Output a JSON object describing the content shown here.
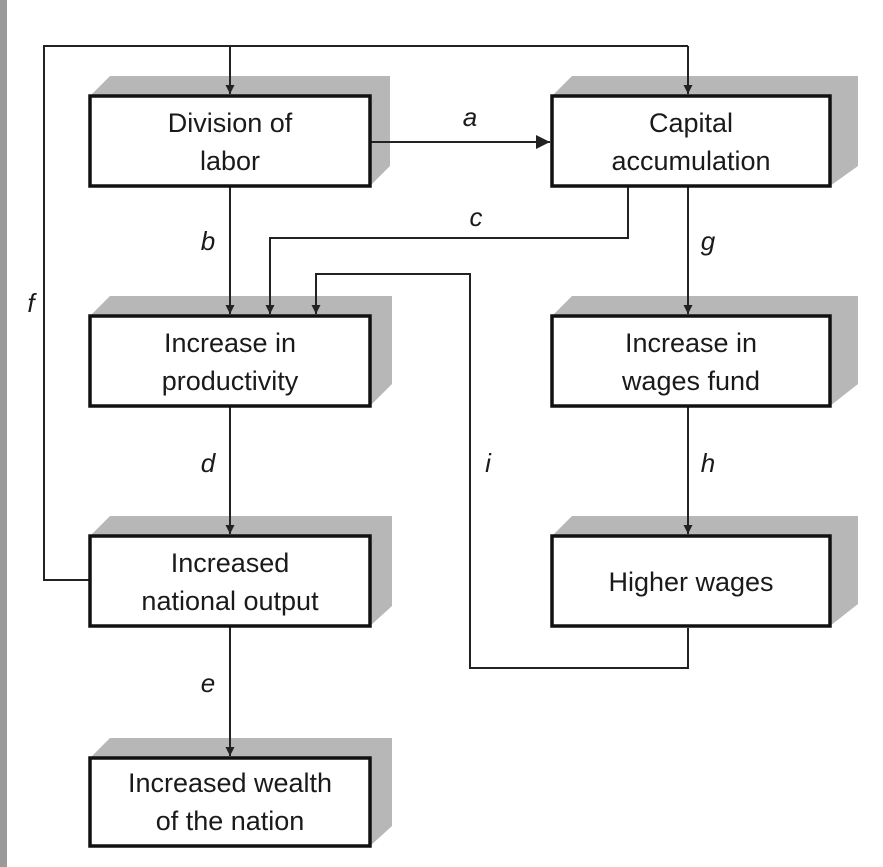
{
  "nodes": {
    "division": {
      "lines": [
        "Division of",
        "labor"
      ]
    },
    "capital": {
      "lines": [
        "Capital",
        "accumulation"
      ]
    },
    "productivity": {
      "lines": [
        "Increase in",
        "productivity"
      ]
    },
    "wagesfund": {
      "lines": [
        "Increase in",
        "wages fund"
      ]
    },
    "output": {
      "lines": [
        "Increased",
        "national output"
      ]
    },
    "higherwages": {
      "lines": [
        "Higher wages"
      ]
    },
    "wealth": {
      "lines": [
        "Increased wealth",
        "of the nation"
      ]
    }
  },
  "edges": {
    "a": "a",
    "b": "b",
    "c": "c",
    "d": "d",
    "e": "e",
    "f": "f",
    "g": "g",
    "h": "h",
    "i": "i"
  },
  "colors": {
    "box_border": "#111111",
    "box_shadow": "#b7b7b7",
    "connector": "#222222",
    "left_bar": "#9a9a9a"
  }
}
